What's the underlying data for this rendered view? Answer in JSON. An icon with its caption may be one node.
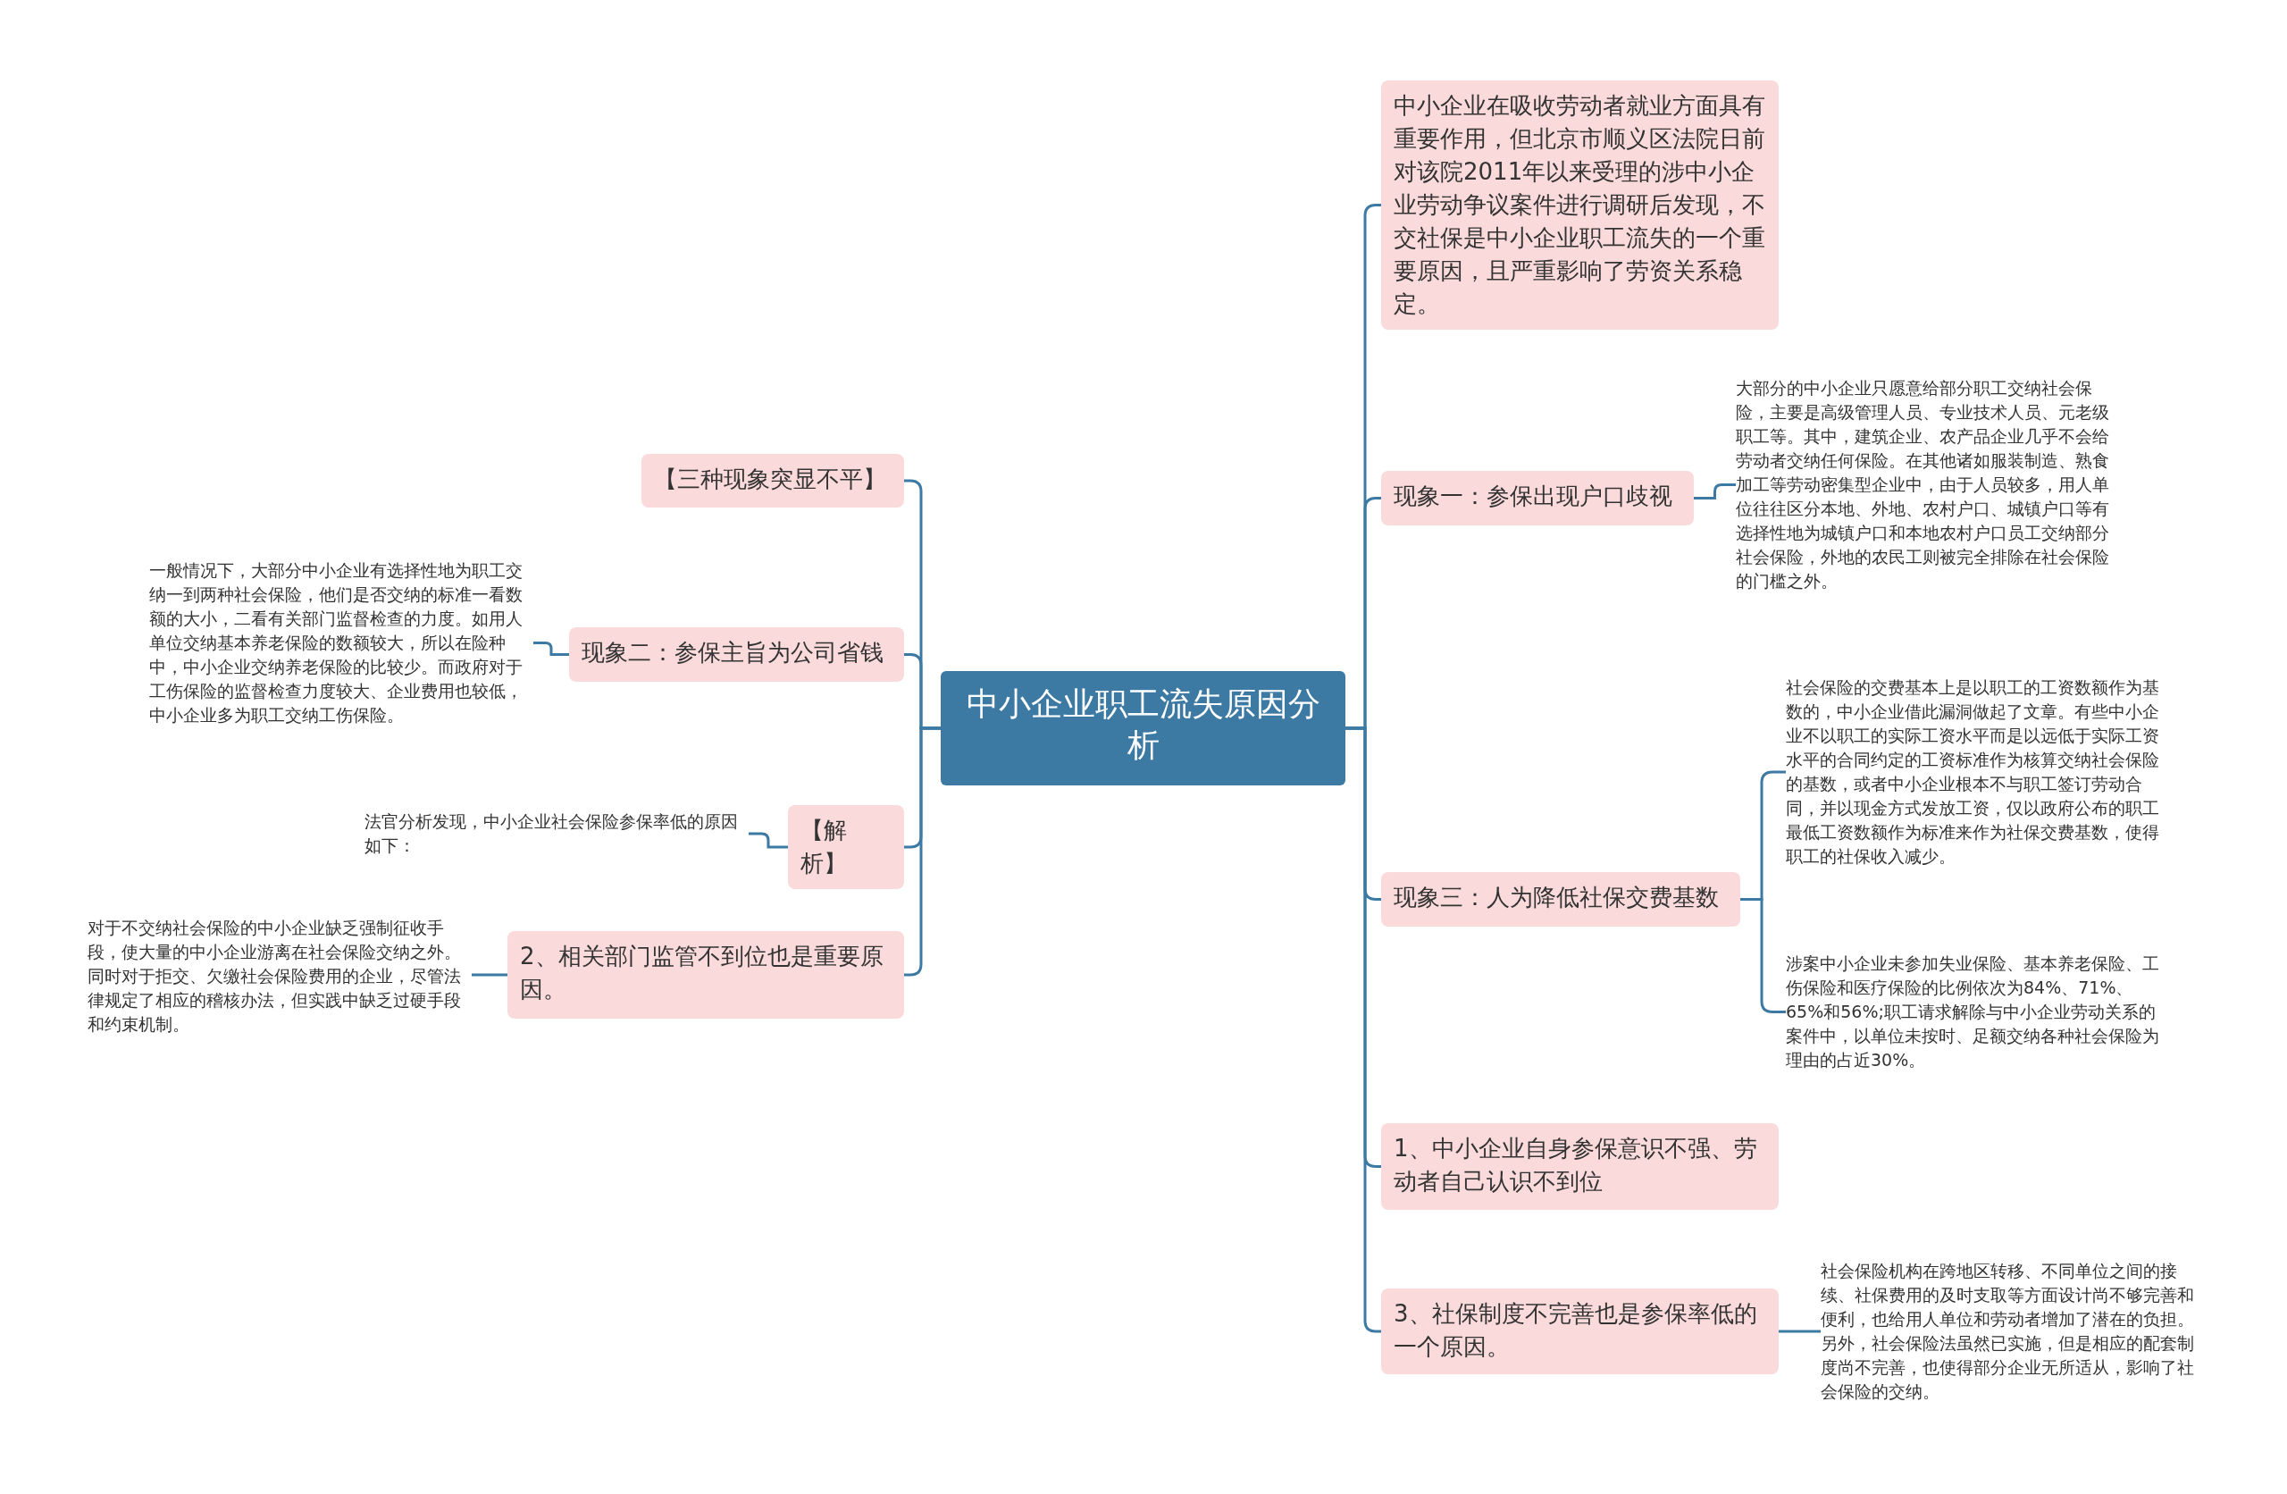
{
  "diagram": {
    "nodes": [
      {
        "text": [
          "中小企业职工流失原因分析"
        ]
      },
      {
        "text": [
          "中小企业在吸收劳动者就业方面具有重要作用，但北京市顺义区法院日前对该院2011年以来受理的涉中小企业劳动争议案件进行调研后发现，不交社保是中小企业职工流失的一个重要原因，且严重影响了劳资关系稳定。"
        ]
      },
      {
        "text": [
          "现象一：参保出现户口歧视"
        ]
      },
      {
        "text": [
          "大部分的中小企业只愿意给部分职工交纳社会保险，主要是高级管理人员、专业技术人员、元老级职工等。其中，建筑企业、农产品企业几乎不会给劳动者交纳任何保险。在其他诸如服装制造、熟食加工等劳动密集型企业中，由于人员较多，用人单位往往区分本地、外地、农村户口、城镇户口等有选择性地为城镇户口和本地农村户口员工交纳部分社会保险，外地的农民工则被完全排除在社会保险的门槛之外。"
        ]
      },
      {
        "text": [
          "现象三：人为降低社保交费基数"
        ]
      },
      {
        "text": [
          "社会保险的交费基本上是以职工的工资数额作为基数的，中小企业借此漏洞做起了文章。有些中小企业不以职工的实际工资水平而是以远低于实际工资水平的合同约定的工资标准作为核算交纳社会保险的基数，或者中小企业根本不与职工签订劳动合同，并以现金方式发放工资，仅以政府公布的职工最低工资数额作为标准来作为社保交费基数，使得职工的社保收入减少。"
        ]
      },
      {
        "text": [
          "涉案中小企业未参加失业保险、基本养老保险、工伤保险和医疗保险的比例依次为84%、71%、65%和56%;职工请求解除与中小企业劳动关系的案件中，以单位未按时、足额交纳各种社会保险为理由的占近30%。"
        ]
      },
      {
        "text": [
          "1、中小企业自身参保意识不强、劳动者自己认识不到位"
        ]
      },
      {
        "text": [
          "3、社保制度不完善也是参保率低的一个原因。"
        ]
      },
      {
        "text": [
          "社会保险机构在跨地区转移、不同单位之间的接续、社保费用的及时支取等方面设计尚不够完善和便利，也给用人单位和劳动者增加了潜在的负担。另外，社会保险法虽然已实施，但是相应的配套制度尚不完善，也使得部分企业无所适从，影响了社会保险的交纳。"
        ]
      },
      {
        "text": [
          "【三种现象突显不平】"
        ]
      },
      {
        "text": [
          "现象二：参保主旨为公司省钱"
        ]
      },
      {
        "text": [
          "一般情况下，大部分中小企业有选择性地为职工交纳一到两种社会保险，他们是否交纳的标准一看数额的大小，二看有关部门监督检查的力度。如用人单位交纳基本养老保险的数额较大，所以在险种中，中小企业交纳养老保险的比较少。而政府对于工伤保险的监督检查力度较大、企业费用也较低，中小企业多为职工交纳工伤保险。"
        ]
      },
      {
        "text": [
          "【解析】"
        ]
      },
      {
        "text": [
          "法官分析发现，中小企业社会保险参保率低的原因如下："
        ]
      },
      {
        "text": [
          "2、相关部门监管不到位也是重要原因。"
        ]
      },
      {
        "text": [
          "对于不交纳社会保险的中小企业缺乏强制征收手段，使大量的中小企业游离在社会保险交纳之外。同时对于拒交、欠缴社会保险费用的企业，尽管法律规定了相应的稽核办法，但实践中缺乏过硬手段和约束机制。"
        ]
      }
    ],
    "edges": [
      {
        "from": 0,
        "to": 1,
        "arrow": "none"
      },
      {
        "from": 0,
        "to": 2,
        "arrow": "none"
      },
      {
        "from": 2,
        "to": 3,
        "arrow": "none"
      },
      {
        "from": 0,
        "to": 4,
        "arrow": "none"
      },
      {
        "from": 4,
        "to": 5,
        "arrow": "none"
      },
      {
        "from": 4,
        "to": 6,
        "arrow": "none"
      },
      {
        "from": 0,
        "to": 7,
        "arrow": "none"
      },
      {
        "from": 0,
        "to": 8,
        "arrow": "none"
      },
      {
        "from": 8,
        "to": 9,
        "arrow": "none"
      },
      {
        "from": 0,
        "to": 10,
        "arrow": "none"
      },
      {
        "from": 0,
        "to": 11,
        "arrow": "none"
      },
      {
        "from": 11,
        "to": 12,
        "arrow": "none"
      },
      {
        "from": 0,
        "to": 13,
        "arrow": "none"
      },
      {
        "from": 13,
        "to": 14,
        "arrow": "none"
      },
      {
        "from": 0,
        "to": 15,
        "arrow": "none"
      },
      {
        "from": 15,
        "to": 16,
        "arrow": "none"
      }
    ]
  }
}
